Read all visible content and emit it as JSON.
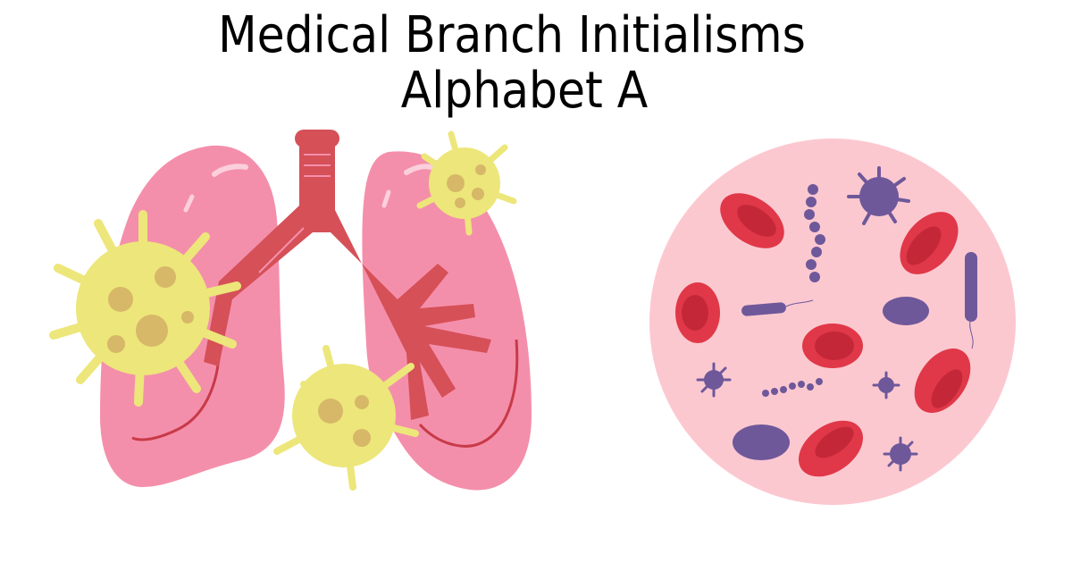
{
  "title": {
    "line1": "Medical Branch Initialisms",
    "line2": "Alphabet A"
  },
  "illustrations": {
    "left": "lungs-with-viruses-illustration",
    "right": "microscope-view-blood-cells-bacteria-illustration"
  },
  "colors": {
    "background": "#ffffff",
    "lung_pink": "#f48fab",
    "trachea_red": "#d65058",
    "virus_yellow": "#ede67a",
    "virus_spot": "#d6b868",
    "circle_pink": "#fcc8d0",
    "blood_cell_red": "#e03848",
    "blood_cell_dark": "#c42838",
    "microbe_purple": "#6e589a"
  }
}
